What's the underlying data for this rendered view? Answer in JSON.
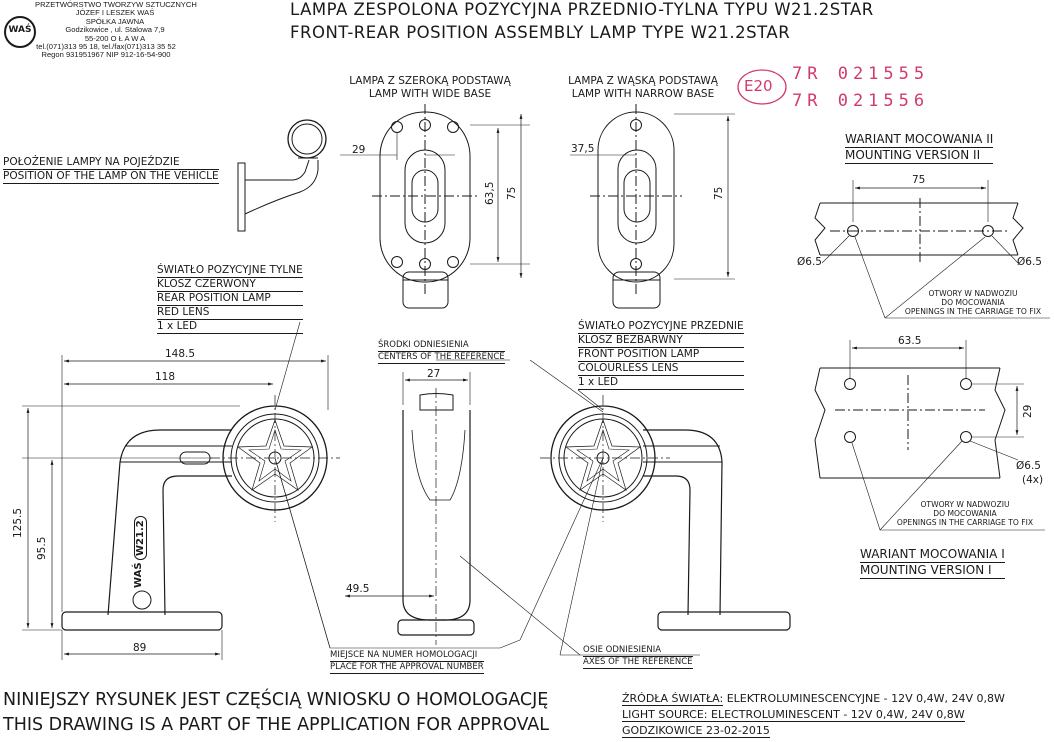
{
  "company": {
    "lines": [
      "PRZETWÓRSTWO TWORZYW SZTUCZNYCH",
      "JÓZEF I LESZEK WAŚ",
      "SPÓŁKA JAWNA",
      "Godzikowice , ul. Stalowa 7,9",
      "55-200  O Ł A W A",
      "tel.(071)313 95 18, tel./fax(071)313 35 52",
      "Regon 931951967 NIP 912-16-54-900"
    ],
    "logo_text": "WAŚ"
  },
  "title": {
    "pl": "LAMPA ZESPOLONA POZYCYJNA PRZEDNIO-TYLNA  TYPU W21.2STAR",
    "en": "FRONT-REAR POSITION ASSEMBLY LAMP  TYPE W21.2STAR"
  },
  "approval_mark": {
    "e_code": "E20",
    "numbers": [
      "7R  021555",
      "7R  021556"
    ]
  },
  "views": {
    "wide_base": {
      "pl": "LAMPA Z SZEROKĄ PODSTAWĄ",
      "en": "LAMP WITH WIDE BASE",
      "dims": [
        "29",
        "63,5",
        "75"
      ]
    },
    "narrow_base": {
      "pl": "LAMPA Z WĄSKĄ PODSTAWĄ",
      "en": "LAMP WITH NARROW BASE",
      "dims": [
        "37,5",
        "75"
      ]
    },
    "vehicle_position": {
      "pl": "POŁOŻENIE LAMPY NA POJEŹDZIE",
      "en": "POSITION OF THE LAMP ON THE VEHICLE"
    }
  },
  "mounting": {
    "v2": {
      "pl": "WARIANT MOCOWANIA II",
      "en": "MOUNTING VERSION II",
      "dims": [
        "75",
        "Ø6.5",
        "Ø6.5"
      ],
      "note": [
        "OTWORY W NADWOZIU",
        "DO MOCOWANIA",
        "OPENINGS IN THE CARRIAGE TO FIX"
      ]
    },
    "v1": {
      "pl": "WARIANT MOCOWANIA I",
      "en": "MOUNTING VERSION I",
      "dims": [
        "63.5",
        "29",
        "Ø6.5",
        "(4x)"
      ],
      "note": [
        "OTWORY W NADWOZIU",
        "DO MOCOWANIA",
        "OPENINGS IN THE CARRIAGE TO FIX"
      ]
    }
  },
  "rear_lamp": [
    "ŚWIATŁO POZYCYJNE TYLNE",
    "KLOSZ  CZERWONY",
    "REAR POSITION LAMP",
    "RED LENS",
    "1 x LED"
  ],
  "front_lamp": [
    "ŚWIATŁO POZYCYJNE PRZEDNIE",
    "KLOSZ BEZBARWNY",
    "FRONT POSITION LAMP",
    "COLOURLESS LENS",
    "1 x LED"
  ],
  "reference_centers": [
    "ŚRODKI ODNIESIENIA",
    "CENTERS OF THE REFERENCE"
  ],
  "approval_place": [
    "MIEJSCE NA NUMER HOMOLOGACJI",
    "PLACE FOR THE APPROVAL NUMBER"
  ],
  "reference_axes": [
    "OSIE ODNIESIENIA",
    "AXES OF THE REFERENCE"
  ],
  "side_dims": {
    "d148": "148.5",
    "d118": "118",
    "d125": "125.5",
    "d95": "95.5",
    "d49": "49.5",
    "d89": "89",
    "d27": "27"
  },
  "body_marking": {
    "brand": "WAŚ",
    "model": "W21.2"
  },
  "footer": {
    "big1": "NINIEJSZY RYSUNEK JEST CZĘŚCIĄ WNIOSKU O  HOMOLOGACJĘ",
    "big2": "THIS DRAWING IS A PART OF THE APPLICATION FOR  APPROVAL",
    "src_pl_label": "ŹRÓDŁA ŚWIATŁA:",
    "src_pl_value": " ELEKTROLUMINESCENCYJNE - 12V 0,4W, 24V 0,8W",
    "src_en_label": "LIGHT SOURCE:",
    "src_en_value": " ELECTROLUMINESCENT - 12V 0,4W, 24V 0,8W",
    "date": "GODZIKOWICE  23-02-2015"
  }
}
